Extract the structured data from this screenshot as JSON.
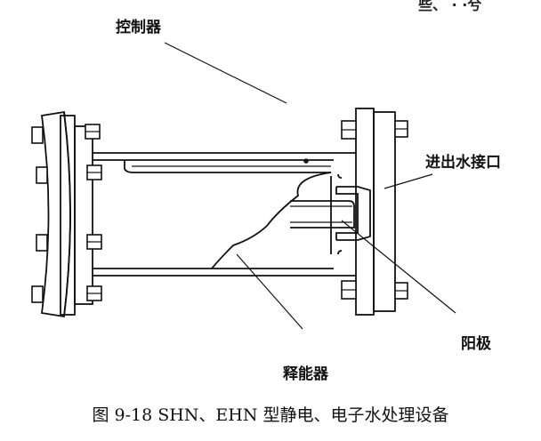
{
  "labels": {
    "controller": "控制器",
    "water_port": "进出水接口",
    "anode": "阳极",
    "energy_releaser": "释能器"
  },
  "caption": "图 9-18   SHN、EHN 型静电、电子水处理设备",
  "top_right_fragment": "些、 · ·兮"
}
